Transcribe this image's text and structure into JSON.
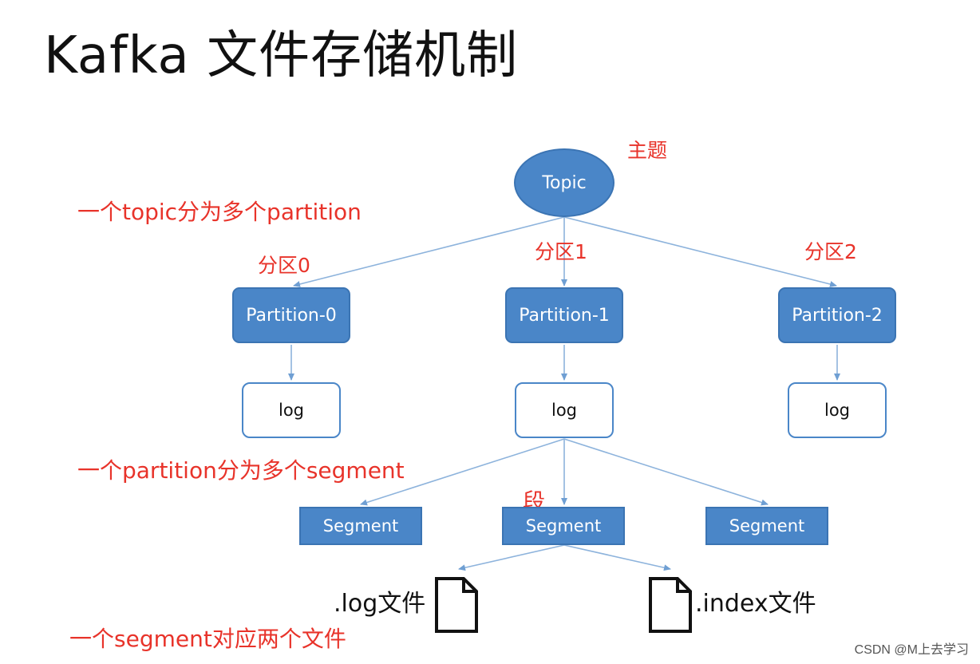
{
  "title": "Kafka 文件存储机制",
  "annotations": {
    "topic_cn": "主题",
    "topic_to_partition": "一个topic分为多个partition",
    "partition0_cn": "分区0",
    "partition1_cn": "分区1",
    "partition2_cn": "分区2",
    "partition_to_segment": "一个partition分为多个segment",
    "segment_cn": "段",
    "segment_to_files": "一个segment对应两个文件"
  },
  "nodes": {
    "topic": "Topic",
    "partitions": [
      "Partition-0",
      "Partition-1",
      "Partition-2"
    ],
    "logs": [
      "log",
      "log",
      "log"
    ],
    "segments": [
      "Segment",
      "Segment",
      "Segment"
    ],
    "files": [
      ".log文件",
      ".index文件"
    ]
  },
  "colors": {
    "node_fill": "#4a86c8",
    "node_border": "#3b74b3",
    "edge": "#7aa9d6",
    "annotation": "#e8332a"
  },
  "watermark": "CSDN @M上去学习"
}
